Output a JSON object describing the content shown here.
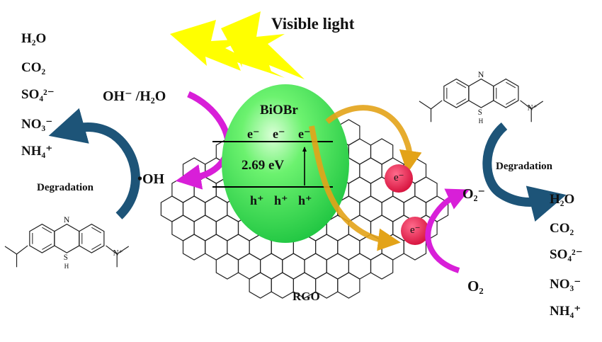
{
  "title": "Visible light",
  "catalyst": "BiOBr",
  "band_gap": "2.69 eV",
  "support": "RGO",
  "cb_electrons": [
    "e⁻",
    "e⁻",
    "e⁻"
  ],
  "vb_holes": [
    "h⁺",
    "h⁺",
    "h⁺"
  ],
  "transferred_electron": "e⁻",
  "left": {
    "reactant": "OH⁻ /H₂O",
    "radical": "•OH",
    "process": "Degradation",
    "products": [
      "H₂O",
      "CO₂",
      "SO₄²⁻",
      "NO₃⁻",
      "NH₄⁺"
    ]
  },
  "right": {
    "reactant": "O₂",
    "radical": "O₂⁻",
    "process": "Degradation",
    "products": [
      "H₂O",
      "CO₂",
      "SO₄²⁻",
      "NO₃⁻",
      "NH₄⁺"
    ]
  },
  "molecule": {
    "ring_n": "N",
    "ring_s": "S",
    "ring_h": "H",
    "n_plus": "N⁺"
  },
  "colors": {
    "sphere": "#3ee060",
    "lightning": "#ffff00",
    "arrow_magenta": "#d81fd8",
    "arrow_orange": "#e3a318",
    "arrow_blue": "#1d5478",
    "electron": "#e51d4a"
  }
}
